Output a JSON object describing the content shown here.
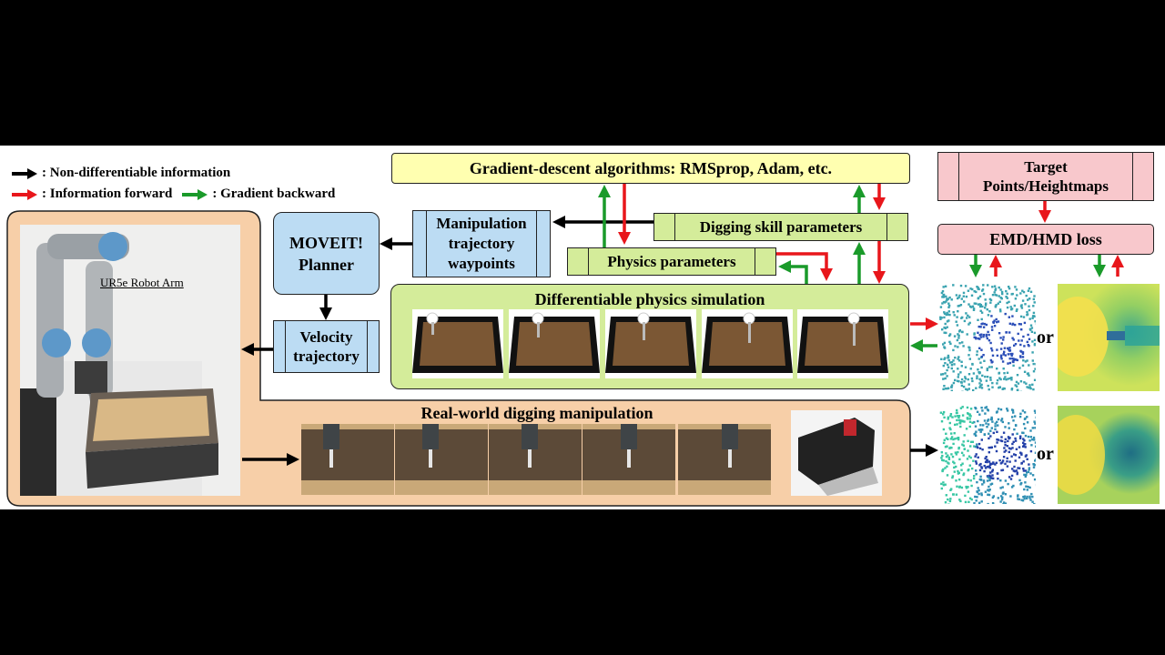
{
  "legend": {
    "black": ": Non-differentiable information",
    "red": ": Information forward",
    "green": ": Gradient backward"
  },
  "boxes": {
    "gradient": "Gradient-descent algorithms: RMSprop, Adam, etc.",
    "target": "Target Points/Heightmaps",
    "loss": "EMD/HMD loss",
    "manip_traj": "Manipulation trajectory waypoints",
    "digging_params": "Digging skill parameters",
    "physics_params": "Physics parameters",
    "moveit": "MOVEIT! Planner",
    "velocity": "Velocity trajectory",
    "sim": "Differentiable physics simulation",
    "real": "Real-world digging manipulation"
  },
  "robot_label": "UR5e Robot Arm",
  "or_top": "or",
  "or_bottom": "or",
  "colors": {
    "black_arrow": "#000000",
    "red_arrow": "#e8161b",
    "green_arrow": "#1a9a2a"
  }
}
